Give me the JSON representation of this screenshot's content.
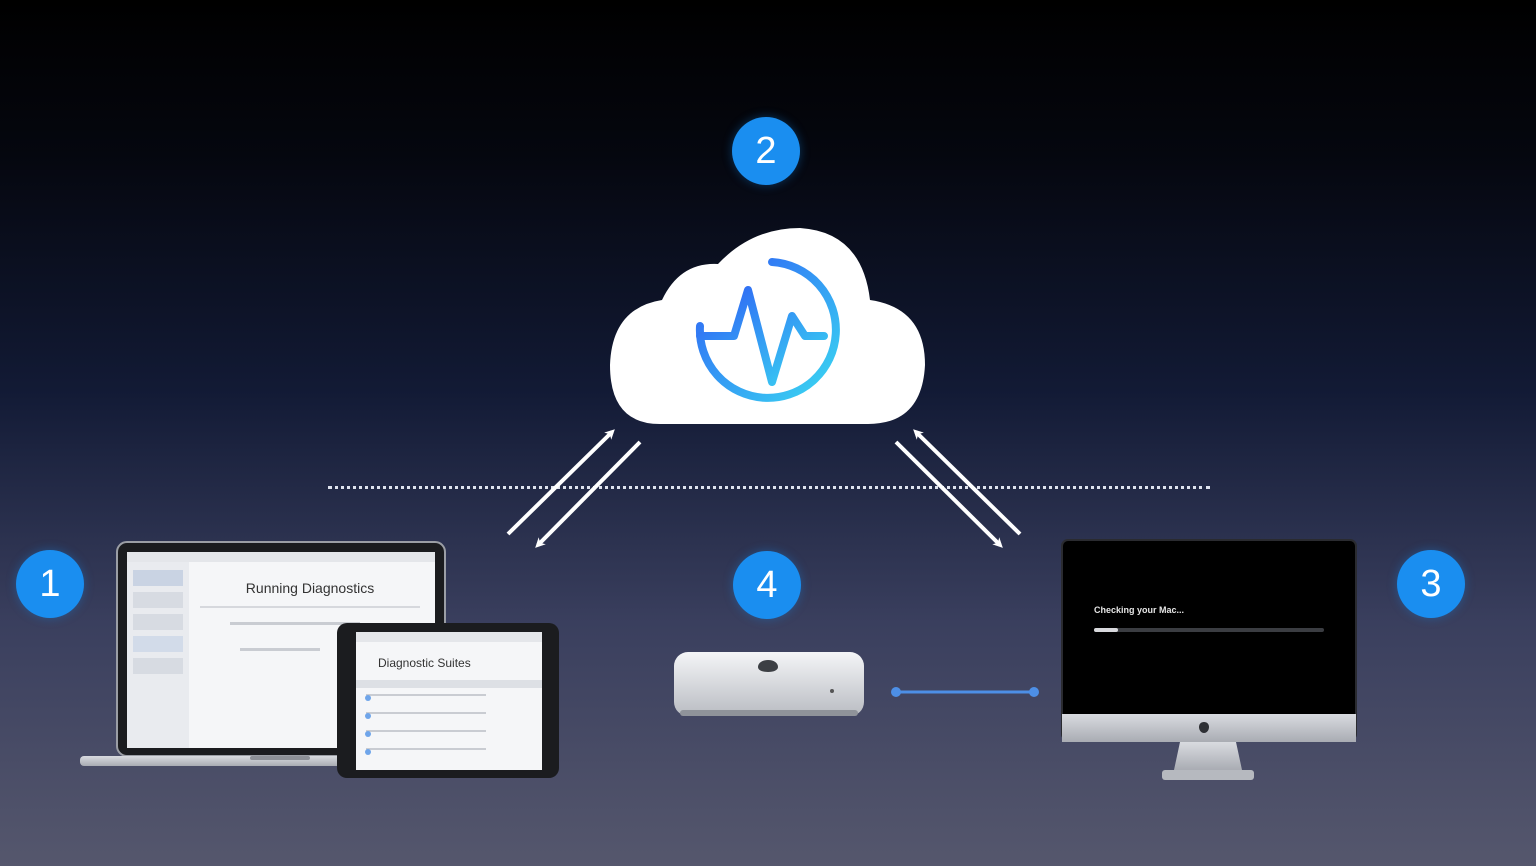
{
  "badges": {
    "one": "1",
    "two": "2",
    "three": "3",
    "four": "4"
  },
  "laptop": {
    "heading": "Running Diagnostics"
  },
  "tablet": {
    "heading": "Diagnostic Suites"
  },
  "imac": {
    "status": "Checking your Mac..."
  },
  "colors": {
    "badge": "#1a8ef0",
    "link_line": "#4d8fe6",
    "cloud": "#ffffff",
    "pulse_start": "#2f6df5",
    "pulse_end": "#3ad0f2"
  },
  "icons": [
    "cloud-diagnostics-icon",
    "pulse-icon",
    "apple-logo-icon",
    "arrow-icon"
  ]
}
